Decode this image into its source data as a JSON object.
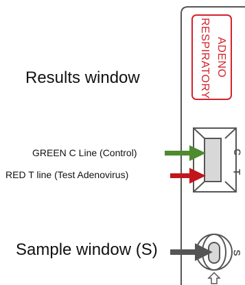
{
  "labels": {
    "results_window": "Results window",
    "green_line": "GREEN C Line (Control)",
    "red_line": "RED T line (Test Adenovirus)",
    "sample_window": "Sample window (S)"
  },
  "cassette": {
    "brand_line1": "ADENO",
    "brand_line2": "RESPIRATORY",
    "mark_c": "C",
    "mark_t": "T",
    "mark_s": "S"
  },
  "colors": {
    "green_arrow": "#4e8a2e",
    "red_arrow": "#c2161c",
    "gray_arrow": "#555555",
    "brand_red": "#d4202a"
  }
}
